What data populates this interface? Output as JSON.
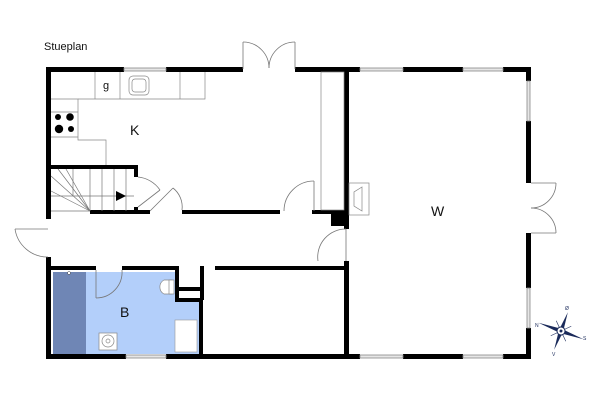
{
  "plan": {
    "title": "Stueplan"
  },
  "rooms": [
    {
      "id": "kitchen",
      "label": "K"
    },
    {
      "id": "living",
      "label": "W"
    },
    {
      "id": "bathroom",
      "label": "B"
    }
  ],
  "fixtures": {
    "fridge_label": "g"
  },
  "compass": {
    "north": "N",
    "east": "Ø",
    "south": "S",
    "west": "V"
  },
  "colors": {
    "wall": "#000000",
    "bathroom_fill": "#b3cffa",
    "shower_fill": "#6f86b5",
    "window": "#bfbfbf",
    "compass": "#1a2a5a"
  }
}
